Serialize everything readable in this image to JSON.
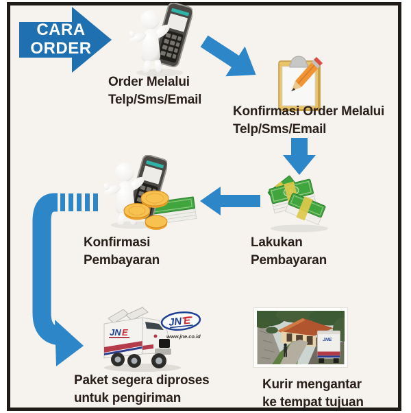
{
  "badge": {
    "line1": "CARA",
    "line2": "ORDER"
  },
  "steps": {
    "order": {
      "line1": "Order Melalui",
      "line2": "Telp/Sms/Email"
    },
    "confirm_order": {
      "line1": "Konfirmasi Order Melalui",
      "line2": "Telp/Sms/Email"
    },
    "payment": {
      "line1": "Lakukan",
      "line2": "Pembayaran"
    },
    "confirm_payment": {
      "line1": "Konfirmasi",
      "line2": "Pembayaran"
    },
    "processing": {
      "line1": "Paket segera diproses",
      "line2": "untuk pengiriman"
    },
    "delivery": {
      "line1": "Kurir mengantar",
      "line2": "ke tempat tujuan"
    }
  },
  "jne": {
    "brand": "JNE",
    "brand_jn": "JN",
    "brand_e": "E",
    "website": "www.jne.co.id",
    "money_symbol": "$"
  },
  "icons": [
    "cara-order-arrow",
    "person-phone-icon",
    "arrow-order-to-confirm-icon",
    "clipboard-pencil-icon",
    "arrow-down-icon",
    "money-bundles-icon",
    "arrow-left-icon",
    "person-phone-coins-icon",
    "curved-arrow-icon",
    "jne-truck-icon",
    "jne-logo",
    "house-delivery-photo"
  ],
  "colors": {
    "bg": "#f6f3ee",
    "border_dark": "#1f1c18",
    "text_dark": "#2b2019",
    "arrow_blue": "#2d86c7",
    "badge_blue": "#1f70b0",
    "money_green": "#41a53e",
    "coin_gold": "#eda029",
    "clip_tan": "#e7c36c",
    "pencil_orange": "#f09434",
    "jne_blue": "#1d3f94",
    "jne_red": "#d0282e"
  }
}
